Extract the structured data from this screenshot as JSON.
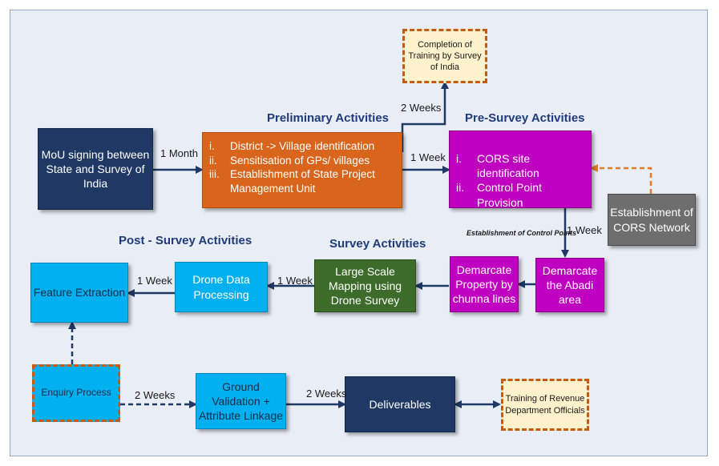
{
  "headings": {
    "preliminary": "Preliminary Activities",
    "pre_survey": "Pre-Survey Activities",
    "post_survey": "Post - Survey Activities",
    "survey": "Survey Activities"
  },
  "boxes": {
    "mou": "MoU signing between State and Survey of India",
    "preliminary_items": [
      {
        "num": "i.",
        "text": "District -> Village identification"
      },
      {
        "num": "ii.",
        "text": "Sensitisation of GPs/ villages"
      },
      {
        "num": "iii.",
        "text": " Establishment of State Project Management Unit"
      }
    ],
    "training_soi": "Completion of Training by Survey of India",
    "pre_survey_items": [
      {
        "num": "i.",
        "text": "CORS site identification"
      },
      {
        "num": "ii.",
        "text": "Control Point Provision"
      }
    ],
    "cors_network": "Establishment of CORS Network",
    "demarcate_abadi": "Demarcate the Abadi area",
    "demarcate_property": "Demarcate Property by chunna lines",
    "large_scale_mapping": "Large Scale Mapping using Drone Survey",
    "drone_processing": "Drone Data Processing",
    "feature_extraction": "Feature Extraction",
    "enquiry_process": "Enquiry Process",
    "ground_validation": "Ground Validation + Attribute Linkage",
    "deliverables": "Deliverables",
    "training_revenue": "Training of Revenue Department Officials"
  },
  "labels": {
    "one_month": "1 Month",
    "two_weeks_top": "2 Weeks",
    "one_week_presurvey": "1 Week",
    "one_week_down": "1 Week",
    "control_points": "Establishment of Control Points",
    "one_week_survey": "1 Week",
    "one_week_feature": "1 Week",
    "two_weeks_enquiry": "2 Weeks",
    "two_weeks_deliverables": "2 Weeks"
  },
  "colors": {
    "navy": "#1f3864",
    "orange": "#d9651c",
    "magenta": "#c000c0",
    "cyan": "#00b0f0",
    "olive": "#3d6b2a",
    "grey": "#6e6e6e",
    "cream": "#fff2cc",
    "arrow": "#1f3864",
    "dashed_accent": "#c55a11"
  }
}
